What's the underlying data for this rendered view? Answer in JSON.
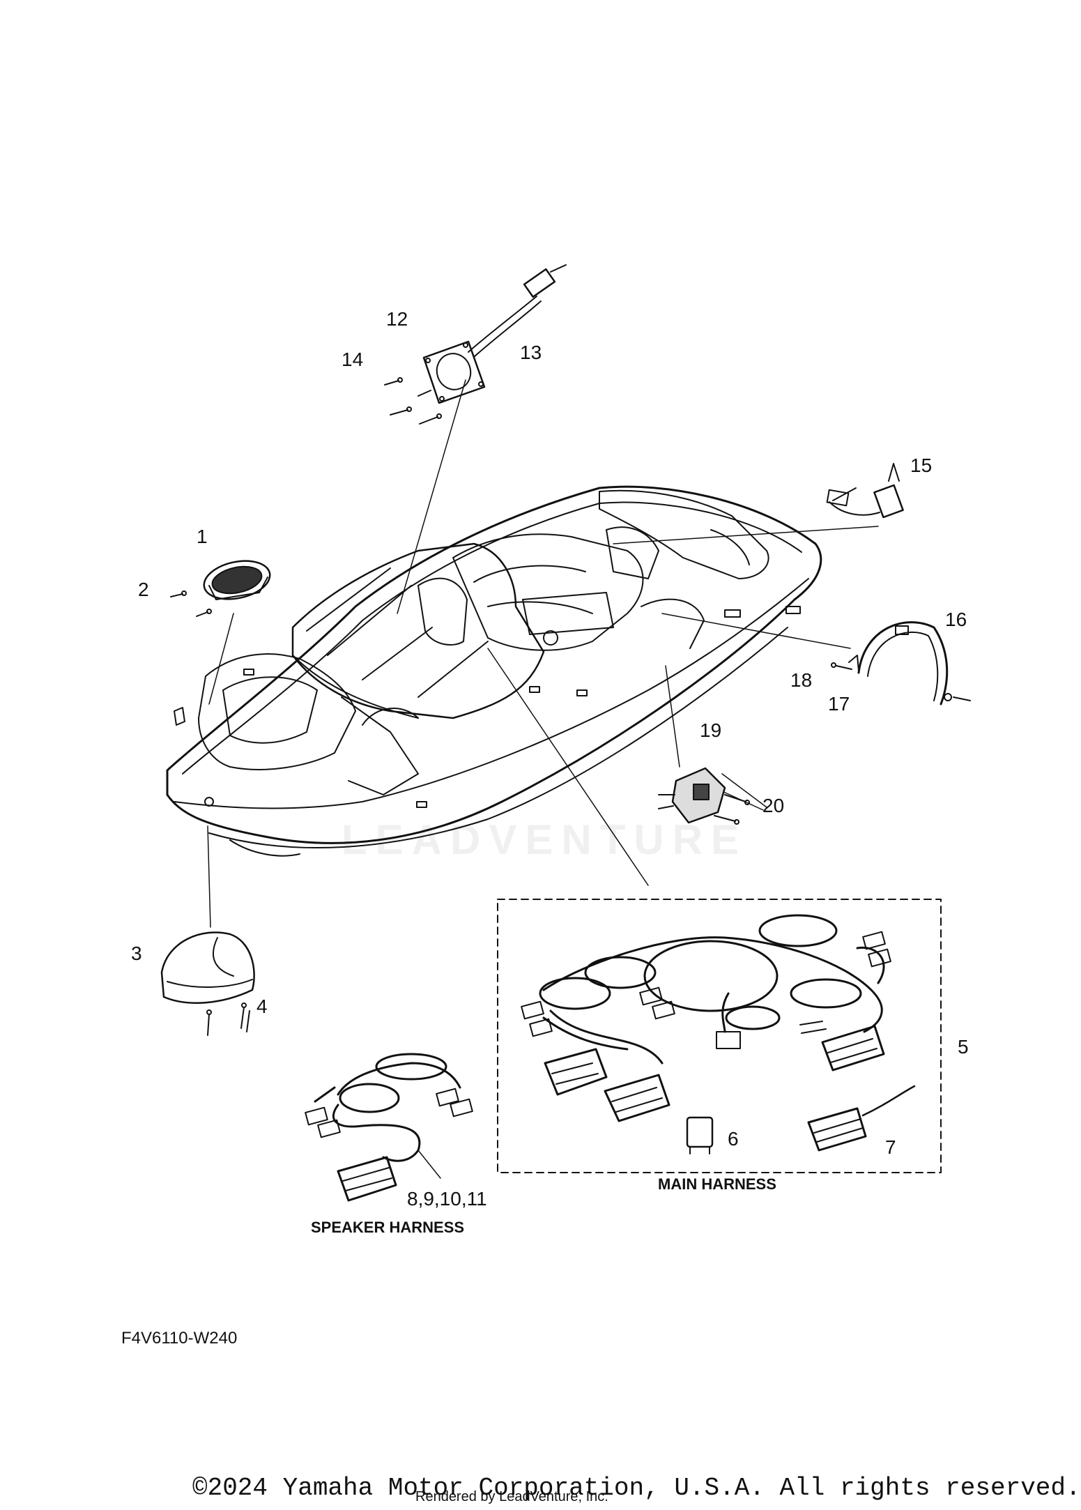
{
  "diagram": {
    "callouts": [
      "1",
      "2",
      "3",
      "4",
      "5",
      "6",
      "7",
      "8,9,10,11",
      "12",
      "13",
      "14",
      "15",
      "16",
      "17",
      "18",
      "19",
      "20"
    ],
    "captions": {
      "main_harness": "MAIN HARNESS",
      "speaker_harness": "SPEAKER HARNESS"
    },
    "drawing_code": "F4V6110-W240",
    "watermark": "LEADVENTURE",
    "copyright": "©2024 Yamaha Motor Corporation, U.S.A. All rights reserved.",
    "rendered_by": "Rendered by LeadVenture, Inc."
  }
}
